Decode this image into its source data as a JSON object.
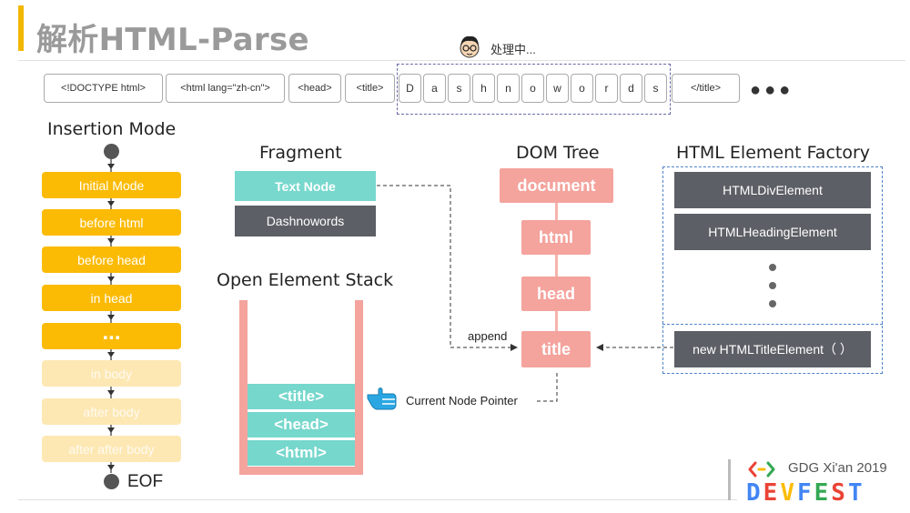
{
  "slide": {
    "title": "解析HTML-Parse"
  },
  "tokens": {
    "items": [
      "<!DOCTYPE html>",
      "<html lang=\"zh-cn\">",
      "<head>",
      "<title>"
    ],
    "chars": [
      "D",
      "a",
      "s",
      "h",
      "n",
      "o",
      "w",
      "o",
      "r",
      "d",
      "s"
    ],
    "end_tag": "</title>",
    "ellipsis": "●●●",
    "processing_label": "处理中..."
  },
  "insertion_mode": {
    "heading": "Insertion Mode",
    "modes": [
      {
        "label": "Initial Mode",
        "state": "active"
      },
      {
        "label": "before html",
        "state": "active"
      },
      {
        "label": "before head",
        "state": "active"
      },
      {
        "label": "in head",
        "state": "active"
      },
      {
        "label": "...",
        "state": "active"
      },
      {
        "label": "in body",
        "state": "faded"
      },
      {
        "label": "after body",
        "state": "faded"
      },
      {
        "label": "after after body",
        "state": "faded"
      }
    ],
    "end_label": "EOF"
  },
  "fragment": {
    "heading": "Fragment",
    "text_node": "Text Node",
    "content": "Dashnowords"
  },
  "stack": {
    "heading": "Open Element Stack",
    "items": [
      "<title>",
      "<head>",
      "<html>"
    ],
    "pointer_label": "Current Node Pointer"
  },
  "dom_tree": {
    "heading": "DOM Tree",
    "nodes": [
      "document",
      "html",
      "head",
      "title"
    ],
    "append_label": "append"
  },
  "factory": {
    "heading": "HTML Element Factory",
    "items": [
      "HTMLDivElement",
      "HTMLHeadingElement"
    ],
    "new_item": "new HTMLTitleElement（ ）"
  },
  "logo": {
    "event": "GDG Xi'an 2019",
    "brand": "DEVFEST"
  },
  "colors": {
    "accent": "#fbbb05",
    "teal": "#76d7cc",
    "pink": "#f4a39d",
    "dark": "#5d5f66",
    "blue_dashed": "#4f82c9"
  }
}
